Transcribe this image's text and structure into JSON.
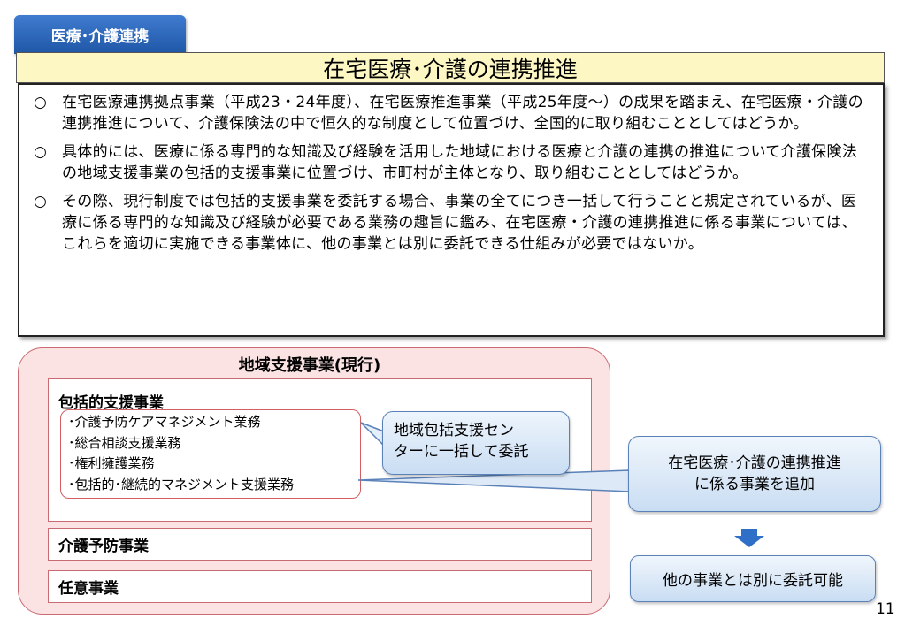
{
  "header": {
    "tab_label": "医療･介護連携",
    "title": "在宅医療･介護の連携推進"
  },
  "main": {
    "paragraphs": [
      {
        "marker": "○",
        "text": "在宅医療連携拠点事業（平成23・24年度）、在宅医療推進事業（平成25年度〜）の成果を踏まえ、在宅医療・介護の連携推進について、介護保険法の中で恒久的な制度として位置づけ、全国的に取り組むこととしてはどうか。"
      },
      {
        "marker": "○",
        "text": "具体的には、医療に係る専門的な知識及び経験を活用した地域における医療と介護の連携の推進について介護保険法の地域支援事業の包括的支援事業に位置づけ、市町村が主体となり、取り組むこととしてはどうか。"
      },
      {
        "marker": "○",
        "text": "その際、現行制度では包括的支援事業を委託する場合、事業の全てにつき一括して行うことと規定されているが、医療に係る専門的な知識及び経験が必要である業務の趣旨に鑑み、在宅医療・介護の連携推進に係る事業については、これらを適切に実施できる事業体に、他の事業とは別に委託できる仕組みが必要ではないか。"
      }
    ]
  },
  "diagram": {
    "region_title": "地域支援事業(現行)",
    "inner_title": "包括的支援事業",
    "items": [
      "･介護予防ケアマネジメント業務",
      "･総合相談支援業務",
      "･権利擁護業務",
      "･包括的･継続的マネジメント支援業務"
    ],
    "sub_boxes": [
      "介護予防事業",
      "任意事業"
    ],
    "callout_lines": [
      "地域包括支援セン",
      "ターに一括して委託"
    ],
    "add_lines": [
      "在宅医療･介護の連携推進",
      "に係る事業を追加"
    ],
    "result": "他の事業とは別に委託可能"
  },
  "page_number": "11",
  "colors": {
    "tab_blue": "#1f57a6",
    "title_bg": "#fdf7c3",
    "region_pink": "#fbe3e4",
    "arrow_blue": "#2f6fc7"
  }
}
